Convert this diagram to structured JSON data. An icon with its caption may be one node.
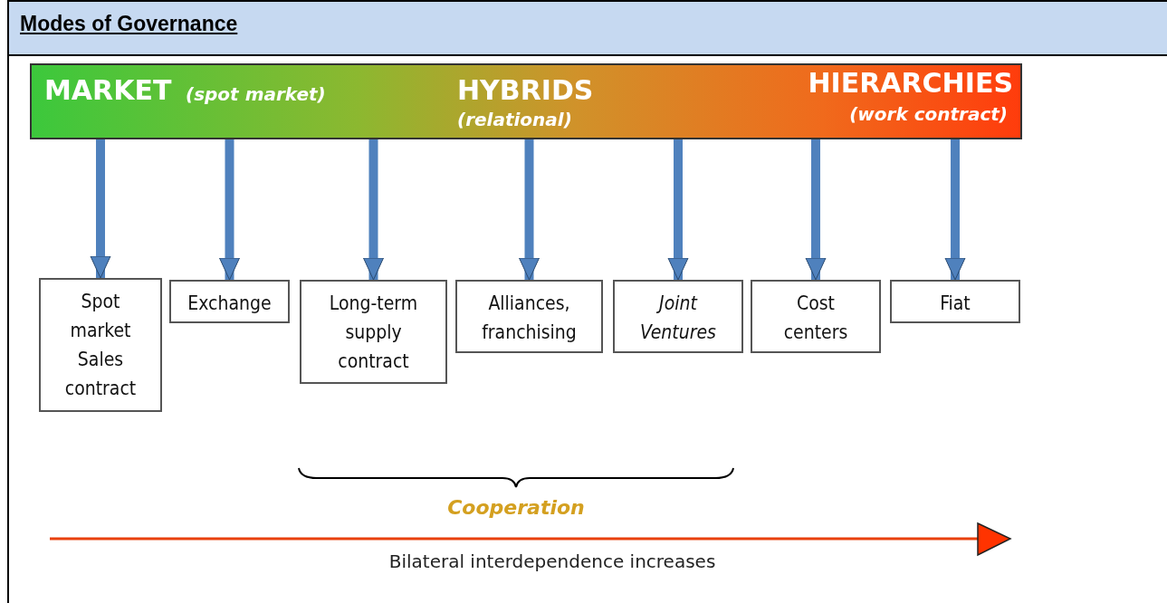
{
  "diagram": {
    "title": "Modes of Governance",
    "nodes": [
      {
        "text": [
          "MARKET",
          "(spot market)",
          "HYBRIDS",
          "(relational)",
          "HIERARCHIES",
          "(work contract)"
        ]
      },
      {
        "text": [
          "Spot market Sales contract"
        ]
      },
      {
        "text": [
          "Exchange"
        ]
      },
      {
        "text": [
          "Long-term supply contract"
        ]
      },
      {
        "text": [
          "Alliances, franchising"
        ]
      },
      {
        "text": [
          "Joint Ventures"
        ]
      },
      {
        "text": [
          "Cost centers"
        ]
      },
      {
        "text": [
          "Fiat"
        ]
      }
    ],
    "edges": [
      {
        "from": 0,
        "to": 1,
        "arrow": "to"
      },
      {
        "from": 0,
        "to": 2,
        "arrow": "to"
      },
      {
        "from": 0,
        "to": 3,
        "arrow": "to"
      },
      {
        "from": 0,
        "to": 4,
        "arrow": "to"
      },
      {
        "from": 0,
        "to": 5,
        "arrow": "to"
      },
      {
        "from": 0,
        "to": 6,
        "arrow": "to"
      },
      {
        "from": 0,
        "to": 7,
        "arrow": "to"
      }
    ],
    "labels": [
      "Cooperation",
      "Bilateral interdependence increases"
    ]
  }
}
